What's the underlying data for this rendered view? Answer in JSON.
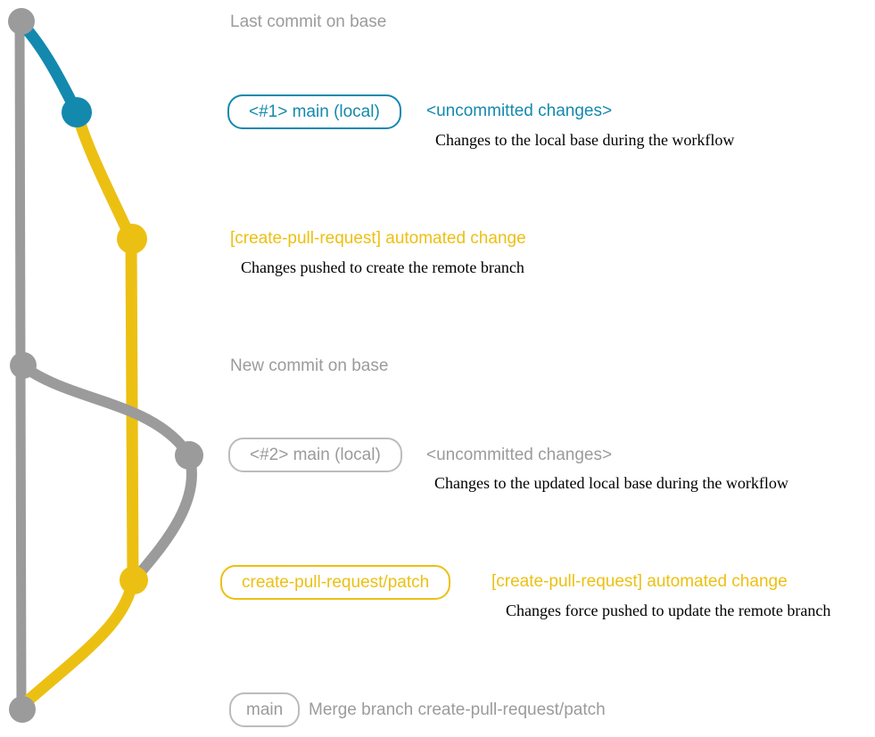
{
  "diagram": {
    "type": "git-graph",
    "colors": {
      "base_branch": "#9b9b9b",
      "local_branch": "#1389ae",
      "remote_branch": "#ecc013",
      "description_text": "#000000"
    },
    "annotations": {
      "last_commit_message": "Last commit on base",
      "branch1": {
        "tag": "<#1> main (local)",
        "heading": "<uncommitted changes>",
        "description": "Changes to the local base during the workflow"
      },
      "remote1": {
        "heading": "[create-pull-request] automated change",
        "description": "Changes pushed to create the remote branch"
      },
      "new_commit_message": "New commit on base",
      "branch2": {
        "tag": "<#2> main (local)",
        "heading": "<uncommitted changes>",
        "description": "Changes to the updated local base during the workflow"
      },
      "remote2": {
        "tag": "create-pull-request/patch",
        "heading": "[create-pull-request] automated change",
        "description": "Changes force pushed to update the remote branch"
      },
      "merge": {
        "tag": "main",
        "message": "Merge branch create-pull-request/patch"
      }
    },
    "commits": [
      {
        "branch": "base",
        "label": "Last commit on base"
      },
      {
        "branch": "local",
        "label": "<#1> main (local) — <uncommitted changes>"
      },
      {
        "branch": "remote",
        "label": "[create-pull-request] automated change"
      },
      {
        "branch": "base",
        "label": "New commit on base"
      },
      {
        "branch": "local",
        "label": "<#2> main (local) — <uncommitted changes>"
      },
      {
        "branch": "remote",
        "label": "create-pull-request/patch — [create-pull-request] automated change"
      },
      {
        "branch": "base",
        "label": "main — Merge branch create-pull-request/patch"
      }
    ]
  }
}
